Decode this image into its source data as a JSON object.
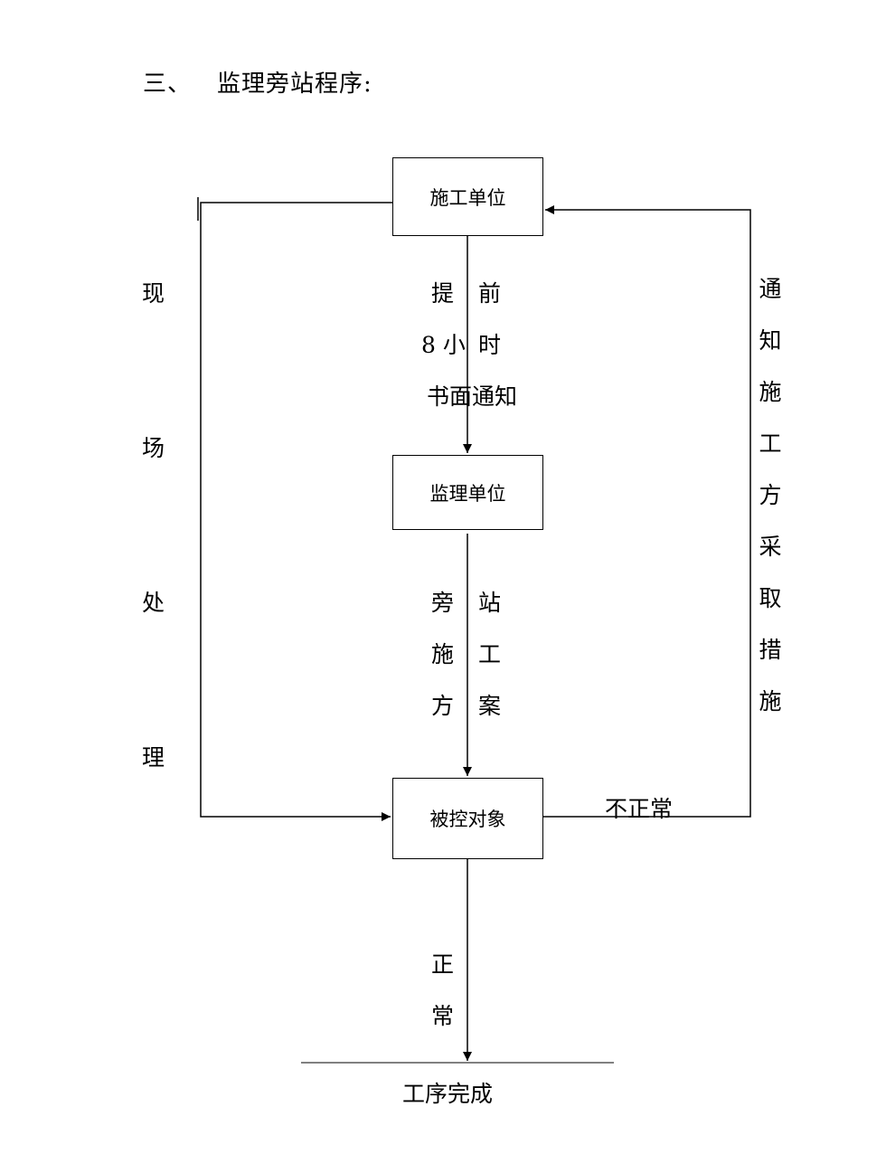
{
  "heading": {
    "number": "三、",
    "title": "监理旁站程序:"
  },
  "nodes": {
    "contractor": "施工单位",
    "supervisor": "监理单位",
    "controlled_object": "被控对象",
    "done": "工序完成"
  },
  "labels": {
    "notice_col1": [
      "提",
      "8 小",
      "书面通知"
    ],
    "notice_col2": [
      "前",
      "时"
    ],
    "onsite_col1": [
      "旁",
      "施",
      "方"
    ],
    "onsite_col2": [
      "站",
      "工",
      "案"
    ],
    "normal": [
      "正",
      "常"
    ],
    "abnormal": "不正常",
    "onsite_handle": [
      "现",
      "场",
      "处",
      "理"
    ],
    "notify_measures": [
      "通",
      "知",
      "施",
      "工",
      "方",
      "采",
      "取",
      "措",
      "施"
    ]
  }
}
